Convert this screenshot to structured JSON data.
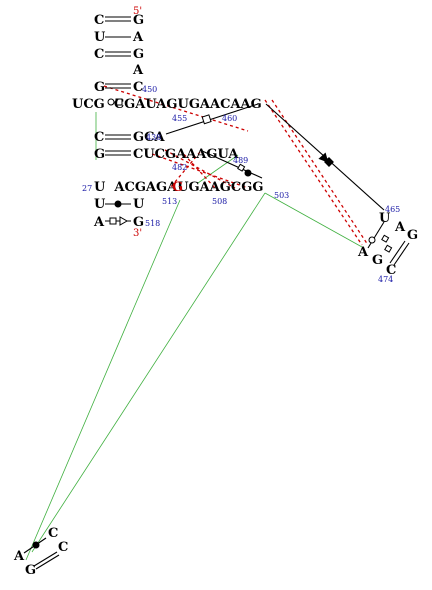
{
  "ends": {
    "five_prime": "5'",
    "three_prime": "3'"
  },
  "stem_left": {
    "r1": [
      "C",
      "G"
    ],
    "r2": [
      "U",
      "A"
    ],
    "r3": [
      "C",
      "G"
    ],
    "r4": [
      "",
      "A"
    ],
    "r5": [
      "G",
      "C"
    ]
  },
  "row_mid_top": "UCG  CGAUAGUGAACAAG",
  "row_mid_b1": [
    "C",
    "GCA"
  ],
  "row_mid_b2": [
    "G",
    "CUCGAAAGUA"
  ],
  "row_lower": "U  ACGAGAUGAAGCGG",
  "row_lower_red": "G",
  "row_end1": [
    "U",
    "U"
  ],
  "row_end2": [
    "A",
    "G"
  ],
  "loop_right": [
    "U",
    "A",
    "G",
    "C",
    "G",
    "A"
  ],
  "loop_bottom": [
    "C",
    "C",
    "A",
    "G"
  ],
  "numbers": {
    "n450": "450",
    "n455": "455",
    "n460": "460",
    "n465": "465",
    "n474": "474",
    "n489": "489",
    "n503": "503",
    "n508": "508",
    "n513": "513",
    "n518": "518",
    "n27": "27",
    "n438": "438",
    "n482": "482"
  }
}
